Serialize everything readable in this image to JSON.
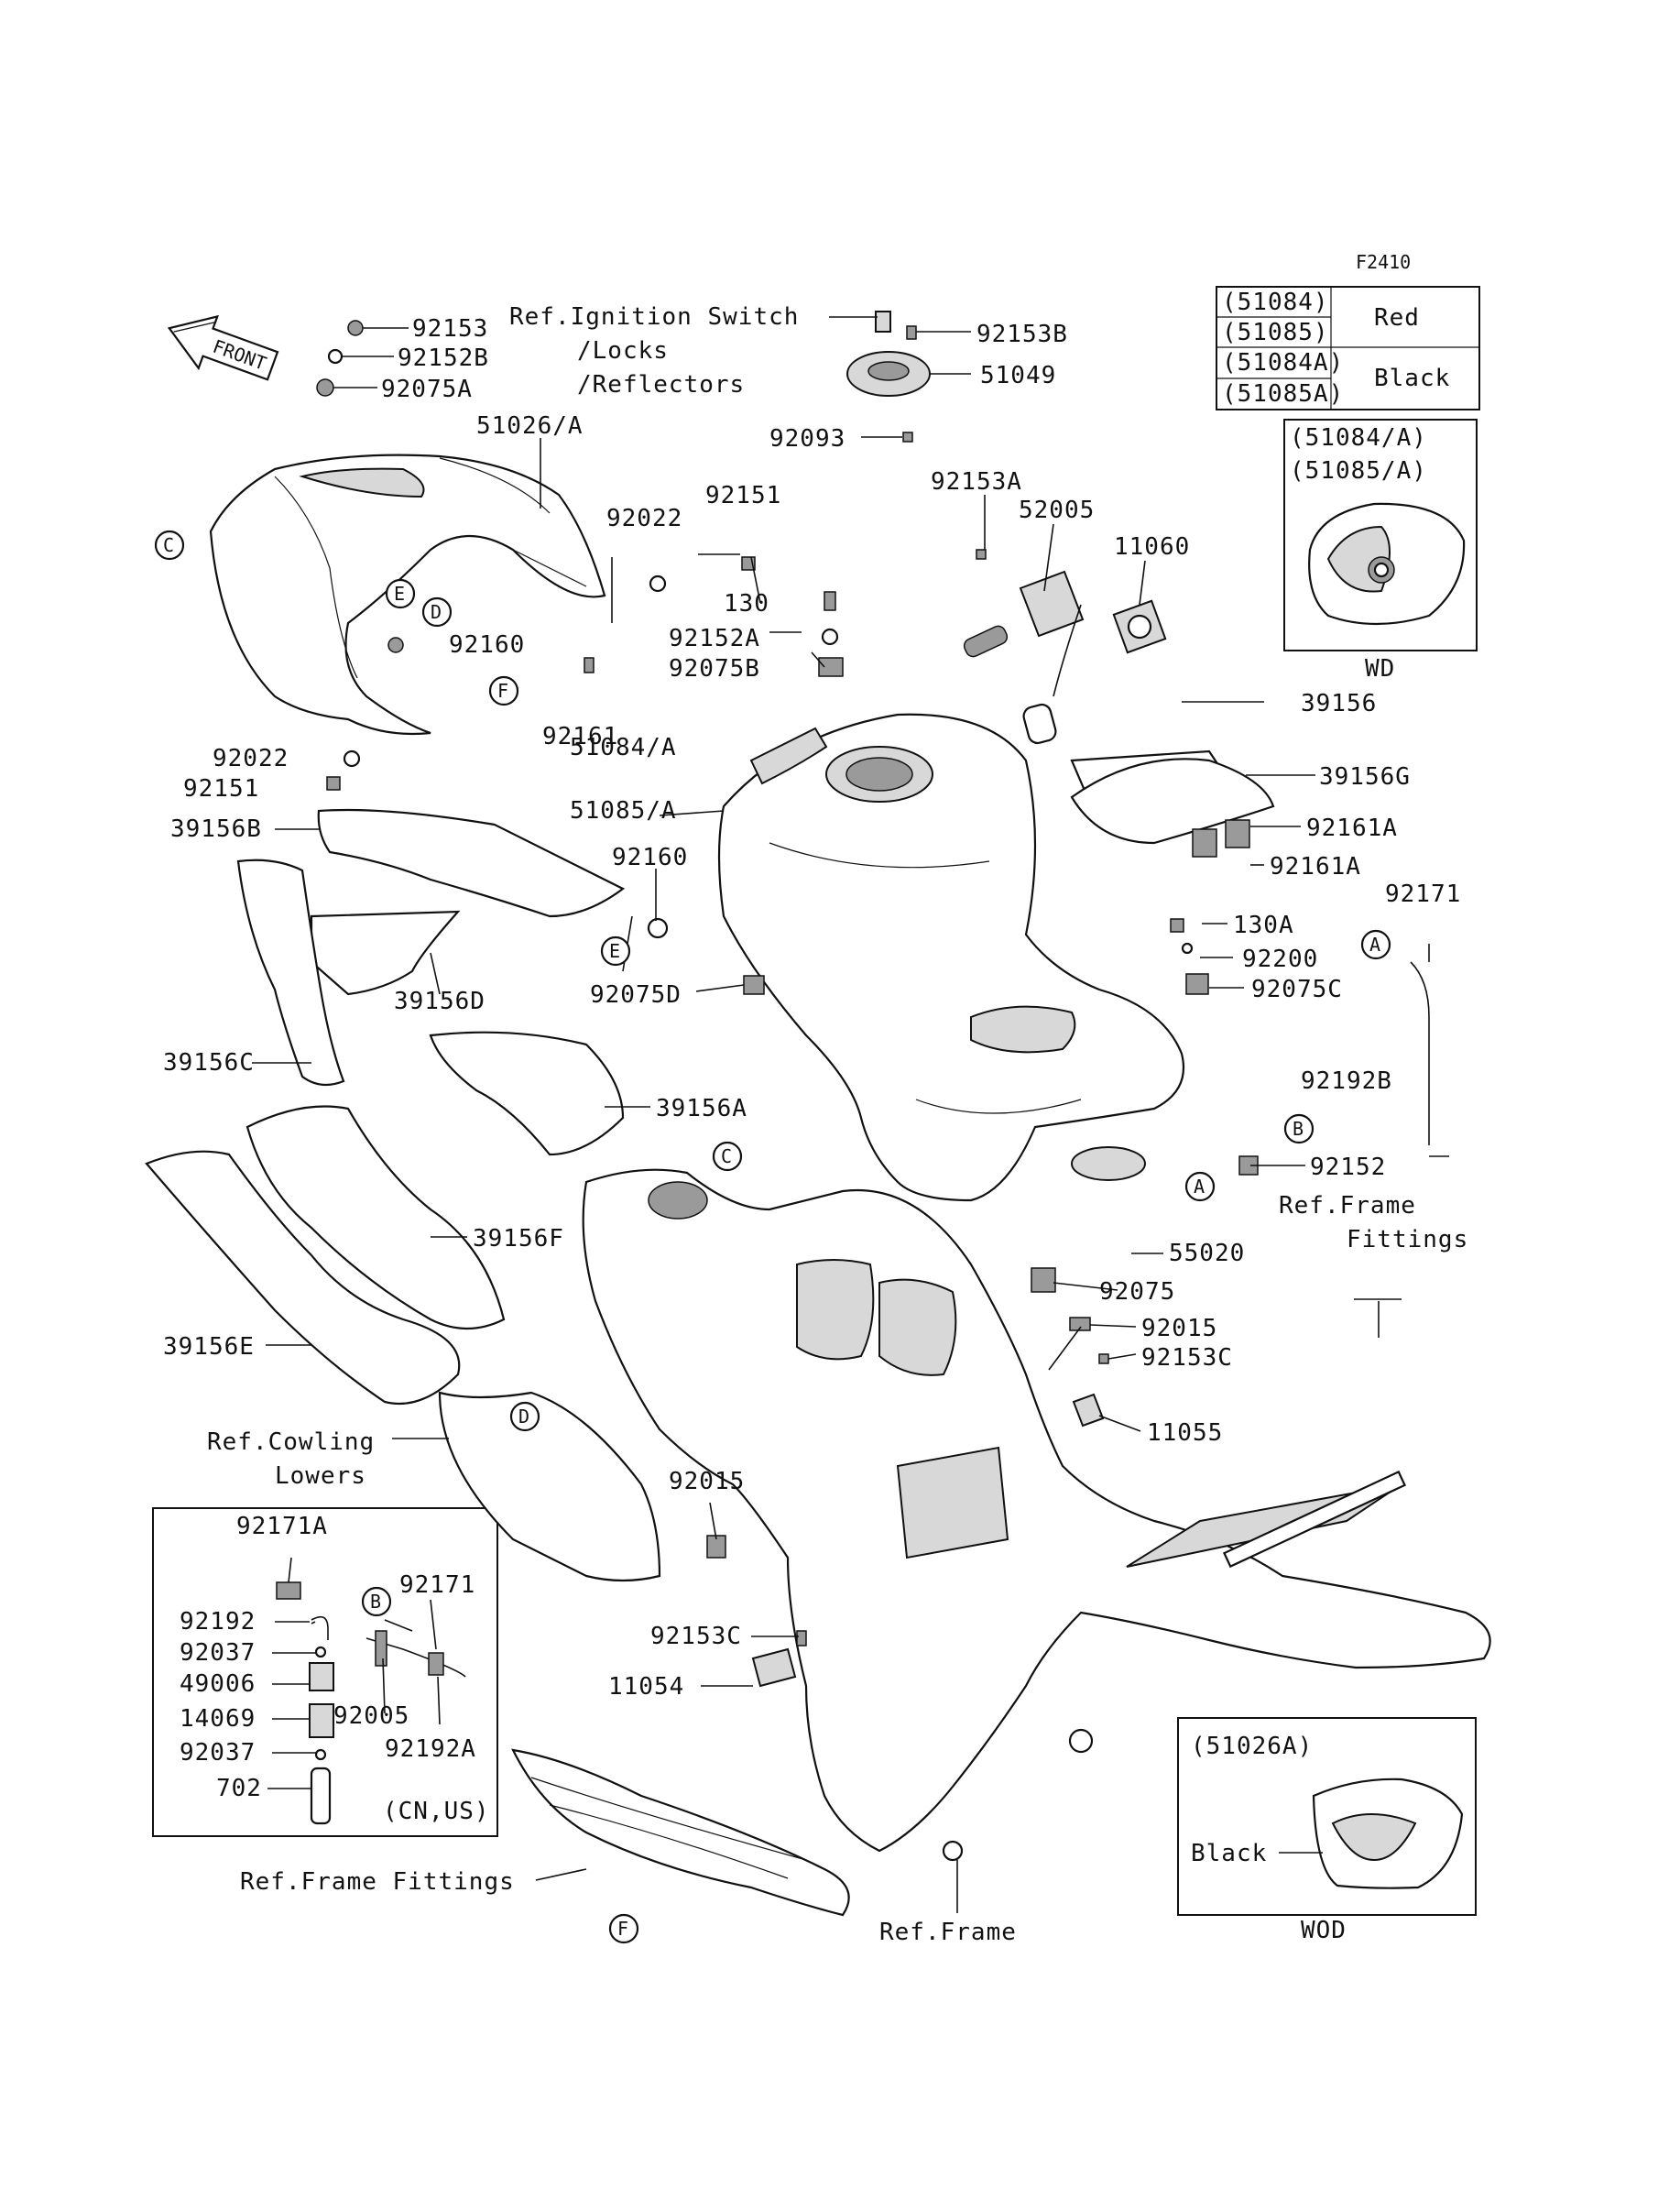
{
  "figure_code": "F2410",
  "front_arrow": "FRONT",
  "color_table": [
    {
      "code": "(51084)",
      "color": "Red"
    },
    {
      "code": "(51085)",
      "color": ""
    },
    {
      "code": "(51084A)",
      "color": "Black"
    },
    {
      "code": "(51085A)",
      "color": ""
    }
  ],
  "wd_box": {
    "line1": "(51084/A)",
    "line2": "(51085/A)",
    "caption": "WD"
  },
  "wod_box": {
    "code": "(51026A)",
    "color": "Black",
    "caption": "WOD"
  },
  "cn_us_box": {
    "note": "(CN,US)"
  },
  "callouts": [
    "A",
    "B",
    "C",
    "D",
    "E",
    "F"
  ],
  "ref_labels": {
    "ignition_1": "Ref.Ignition Switch",
    "ignition_2": "/Locks",
    "ignition_3": "/Reflectors",
    "frame_fittings_right_1": "Ref.Frame",
    "frame_fittings_right_2": "Fittings",
    "cowling_1": "Ref.Cowling",
    "cowling_2": "Lowers",
    "frame_fittings_bottom": "Ref.Frame Fittings",
    "frame_bottom": "Ref.Frame"
  },
  "part_labels": {
    "p92153": "92153",
    "p92152B": "92152B",
    "p92075A": "92075A",
    "p51026A": "51026/A",
    "p92153B": "92153B",
    "p51049": "51049",
    "p92093": "92093",
    "p92153A": "92153A",
    "p52005": "52005",
    "p11060": "11060",
    "p92022a": "92022",
    "p92151a": "92151",
    "p130": "130",
    "p92152A": "92152A",
    "p92075B": "92075B",
    "p92160a": "92160",
    "p92161": "92161",
    "p39156": "39156",
    "p39156G": "39156G",
    "p92161Aa": "92161A",
    "p92161Ab": "92161A",
    "p92022b": "92022",
    "p92151b": "92151",
    "p51084A": "51084/A",
    "p51085A": "51085/A",
    "p39156B": "39156B",
    "p92160b": "92160",
    "p92171a": "92171",
    "p130A": "130A",
    "p92200": "92200",
    "p92075C": "92075C",
    "p39156D": "39156D",
    "p92075D": "92075D",
    "p92192B": "92192B",
    "p39156C": "39156C",
    "p39156A": "39156A",
    "p92152": "92152",
    "p39156F": "39156F",
    "p55020": "55020",
    "p92075": "92075",
    "p39156E": "39156E",
    "p92015a": "92015",
    "p92153Ca": "92153C",
    "p11055": "11055",
    "p92015b": "92015",
    "p92171A": "92171A",
    "p92171b": "92171",
    "p92192": "92192",
    "p92037a": "92037",
    "p49006": "49006",
    "p14069": "14069",
    "p92005": "92005",
    "p92192A": "92192A",
    "p92037b": "92037",
    "p702": "702",
    "p92153Cb": "92153C",
    "p11054": "11054"
  }
}
